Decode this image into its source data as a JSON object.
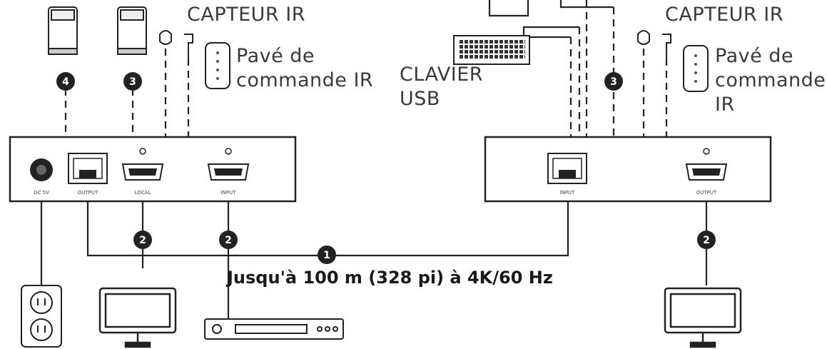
{
  "left_unit": {
    "ir_sensor_label": "CAPTEUR IR",
    "ir_keypad_label_line1": "Pavé de",
    "ir_keypad_label_line2": "commande IR",
    "ports": {
      "power": "DC 5V",
      "output": "OUTPUT",
      "local": "LOCAL",
      "input": "INPUT"
    }
  },
  "right_unit": {
    "ir_sensor_label": "CAPTEUR IR",
    "ir_keypad_label_line1": "Pavé de",
    "ir_keypad_label_line2": "commande",
    "ir_keypad_label_line3": "IR",
    "ports": {
      "input": "INPUT",
      "output": "OUTPUT"
    }
  },
  "usb_keyboard_label_line1": "CLAVIER",
  "usb_keyboard_label_line2": "USB",
  "badges": {
    "b1": "1",
    "b2": "2",
    "b3": "3",
    "b4": "4"
  },
  "caption": "Jusqu'à 100 m (328 pi) à 4K/60 Hz"
}
